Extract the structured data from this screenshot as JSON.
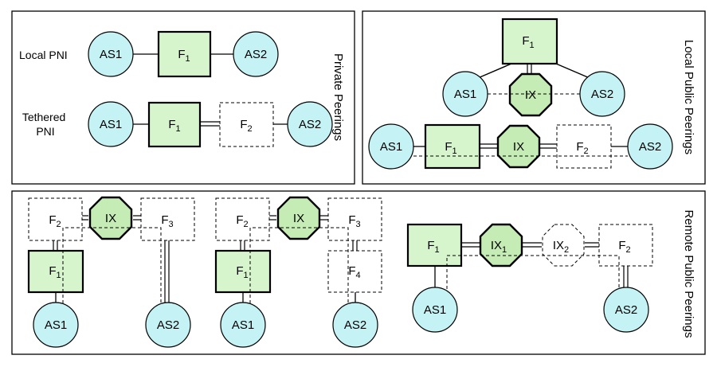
{
  "colors": {
    "circle_fill": "#c5f2f5",
    "facility_fill": "#d6f5cc",
    "ix_fill": "#c6ecb6",
    "remote_fill": "#ffffff",
    "stroke": "#000000"
  },
  "panels": {
    "private": {
      "title": "Private Peerings",
      "rows": [
        {
          "label": "Local PNI"
        },
        {
          "label": "Tethered PNI"
        }
      ]
    },
    "local_public": {
      "title": "Local Public Peerings"
    },
    "remote_public": {
      "title": "Remote Public Peerings"
    }
  },
  "nodes": {
    "as1": "AS1",
    "as2": "AS2",
    "ix": "IX",
    "facility_prefix": "F",
    "ix_prefix": "IX",
    "sub1": "1",
    "sub2": "2",
    "sub3": "3",
    "sub4": "4"
  },
  "icons": {
    "autonomous_system": "circle",
    "facility": "rectangle",
    "remote_facility": "dashed-rectangle",
    "exchange": "octagon",
    "remote_exchange": "dashed-octagon"
  }
}
